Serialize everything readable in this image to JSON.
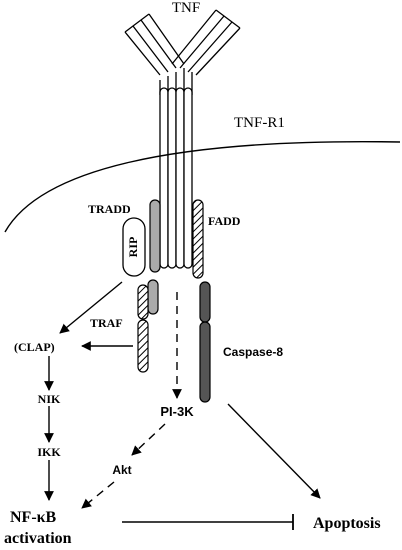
{
  "labels": {
    "tnf": "TNF",
    "tnf_r1": "TNF-R1",
    "tradd": "TRADD",
    "fadd": "FADD",
    "rip": "RIP",
    "traf": "TRAF",
    "clap": "(CLAP)",
    "caspase8": "Caspase-8",
    "nik": "NIK",
    "ikk": "IKK",
    "pi3k": "PI-3K",
    "akt": "Akt",
    "nfkb_line1": "NF-κB",
    "nfkb_line2": "activation",
    "apoptosis": "Apoptosis"
  },
  "colors": {
    "ink": "#000000",
    "tradd_fill": "#aaaaaa",
    "caspase_fill": "#555555",
    "background": "#ffffff"
  }
}
